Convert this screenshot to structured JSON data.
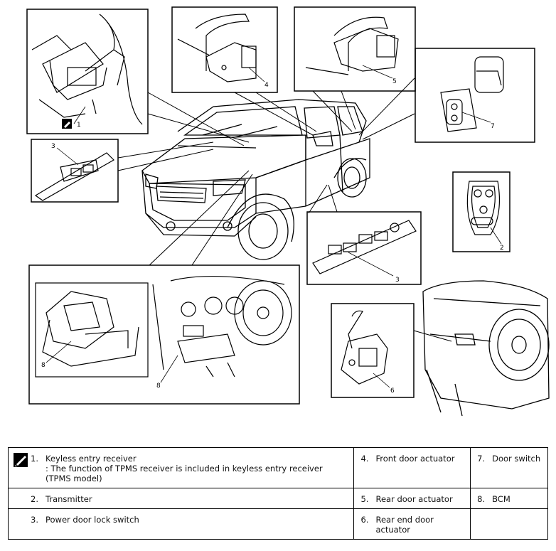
{
  "callouts": {
    "c1": "1",
    "c2": "2",
    "c3a": "3",
    "c3b": "3",
    "c4": "4",
    "c5": "5",
    "c6": "6",
    "c7": "7",
    "c8a": "8",
    "c8b": "8"
  },
  "legend": {
    "row1": {
      "a": {
        "num": "1.",
        "title": "Keyless entry receiver",
        "note": ": The function of TPMS receiver is included in keyless entry receiver (TPMS model)",
        "icon": "caution-note-icon"
      },
      "b": {
        "num": "4.",
        "title": "Front door actuator"
      },
      "c": {
        "num": "7.",
        "title": "Door switch"
      }
    },
    "row2": {
      "a": {
        "num": "2.",
        "title": "Transmitter"
      },
      "b": {
        "num": "5.",
        "title": "Rear door actuator"
      },
      "c": {
        "num": "8.",
        "title": "BCM"
      }
    },
    "row3": {
      "a": {
        "num": "3.",
        "title": "Power door lock switch"
      },
      "b": {
        "num": "6.",
        "title": "Rear end door actuator"
      },
      "c": {
        "num": "",
        "title": ""
      }
    }
  }
}
